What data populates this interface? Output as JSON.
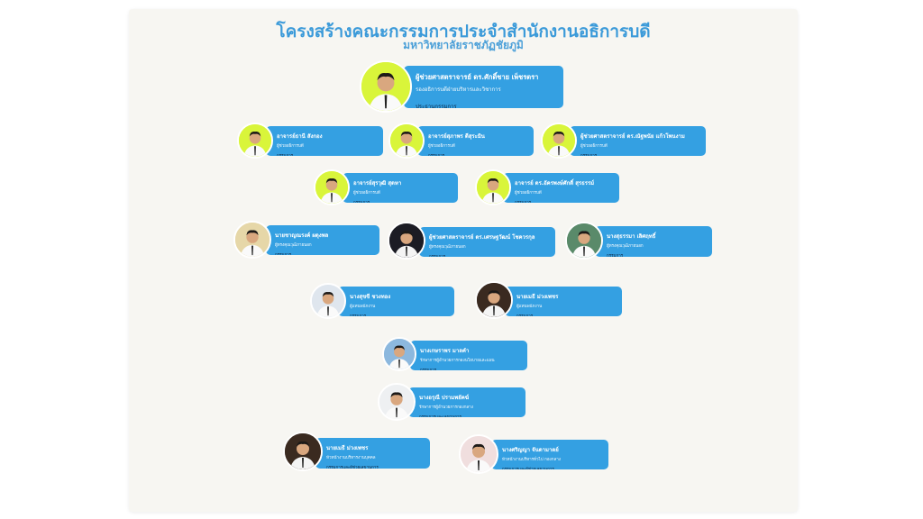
{
  "header": {
    "title": "โครงสร้างคณะกรรมการประจำสำนักงานอธิการบดี",
    "subtitle": "มหาวิทยาลัยราชภัฏชัยภูมิ"
  },
  "colors": {
    "card": "#34a0e2",
    "title": "#3b9ad9",
    "photo_bg": "#d9f53a"
  },
  "members": [
    {
      "name": "ผู้ช่วยศาสตราจารย์ ดร.ศักดิ์ชาย เพ็ชรตรา",
      "position": "รองอธิการบดีฝ่ายบริหารและวิชาการ",
      "role": "ประธานกรรมการ"
    },
    {
      "name": "อาจารย์ธานี สังกอง",
      "position": "ผู้ช่วยอธิการบดี",
      "role": "กรรมการ"
    },
    {
      "name": "อาจารย์สุภาพร ดีสุระมิน",
      "position": "ผู้ช่วยอธิการบดี",
      "role": "กรรมการ"
    },
    {
      "name": "ผู้ช่วยศาสตราจารย์ ดร.ณัฐพนัย แก้วโพนงาม",
      "position": "ผู้ช่วยอธิการบดี",
      "role": "กรรมการ"
    },
    {
      "name": "อาจารย์สุรวุฒิ สุดหา",
      "position": "ผู้ช่วยอธิการบดี",
      "role": "กรรมการ"
    },
    {
      "name": "อาจารย์ ดร.อัครพงษ์ศักดิ์ สุรธรรม์",
      "position": "ผู้ช่วยอธิการบดี",
      "role": "กรรมการ"
    },
    {
      "name": "นายชาญณรงค์ ผดุงพล",
      "position": "ผู้ทรงคุณวุฒิภายนอก",
      "role": "กรรมการ"
    },
    {
      "name": "ผู้ช่วยศาสตราจารย์ ดร.เศรษฐวัฒน์ โชควรกุล",
      "position": "ผู้ทรงคุณวุฒิภายนอก",
      "role": "กรรมการ"
    },
    {
      "name": "นางสุธรรมา เลิศฤทธิ์",
      "position": "ผู้ทรงคุณวุฒิภายนอก",
      "role": "กรรมการ"
    },
    {
      "name": "นางสุขขี ชวงทอง",
      "position": "ผู้แทนพนักงาน",
      "role": "กรรมการ"
    },
    {
      "name": "นายเมธี ม่วงเพชร",
      "position": "ผู้แทนพนักงาน",
      "role": "กรรมการ"
    },
    {
      "name": "นางเกษราพร มาลคำ",
      "position": "รักษาการผู้อำนวยการกองนโยบายและแผน",
      "role": "กรรมการ"
    },
    {
      "name": "นางอรุณี ปรามพยัคฆ์",
      "position": "รักษาการผู้อำนวยการกองกลาง",
      "role": "กรรมการและเลขานุการ"
    },
    {
      "name": "นายเมธี ม่วงเพชร",
      "position": "หัวหน้างานบริหารงานบุคคล",
      "role": "กรรมการและผู้ช่วยเลขานุการ"
    },
    {
      "name": "นางศริญญา จันดามาตย์",
      "position": "หัวหน้างานบริหารทั่วไป กองกลาง",
      "role": "กรรมการและผู้ช่วยเลขานุการ"
    }
  ]
}
